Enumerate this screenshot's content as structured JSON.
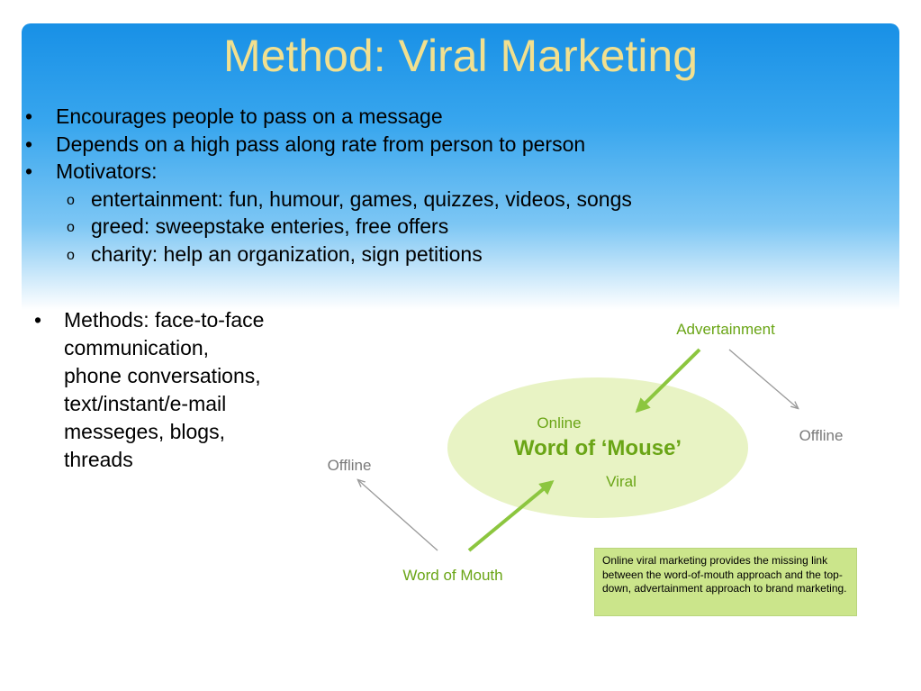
{
  "slide": {
    "title": "Method: Viral Marketing",
    "bullets": [
      {
        "marker": "•",
        "text": "Encourages people to pass on a message"
      },
      {
        "marker": "•",
        "text": "Depends on a high pass along rate from person to person"
      },
      {
        "marker": "•",
        "text": "Motivators:"
      }
    ],
    "sub_bullets": [
      {
        "marker": "o",
        "text": "entertainment: fun, humour, games, quizzes, videos, songs"
      },
      {
        "marker": "o",
        "text": "greed: sweepstake enteries, free offers"
      },
      {
        "marker": "o",
        "text": "charity: help an organization, sign petitions"
      }
    ],
    "methods": {
      "marker": "•",
      "text": "Methods: face-to-face communication, phone conversations, text/instant/e-mail messeges, blogs, threads"
    }
  },
  "diagram": {
    "advertainment": "Advertainment",
    "offline_right": "Offline",
    "offline_left": "Offline",
    "online": "Online",
    "word_of_mouse": "Word of ‘Mouse’",
    "viral": "Viral",
    "word_of_mouth": "Word of Mouth",
    "note": "Online viral marketing provides the missing link between the word-of-mouth approach and the top-down, advertainment approach to brand marketing.",
    "colors": {
      "ellipse": "#e8f3c4",
      "green_text": "#6aa516",
      "green_arrow": "#8cc63f",
      "gray_arrow": "#9a9a9a",
      "gray_text": "#7a7a7a",
      "note_bg": "#cbe58b",
      "title": "#f2e08f"
    }
  }
}
